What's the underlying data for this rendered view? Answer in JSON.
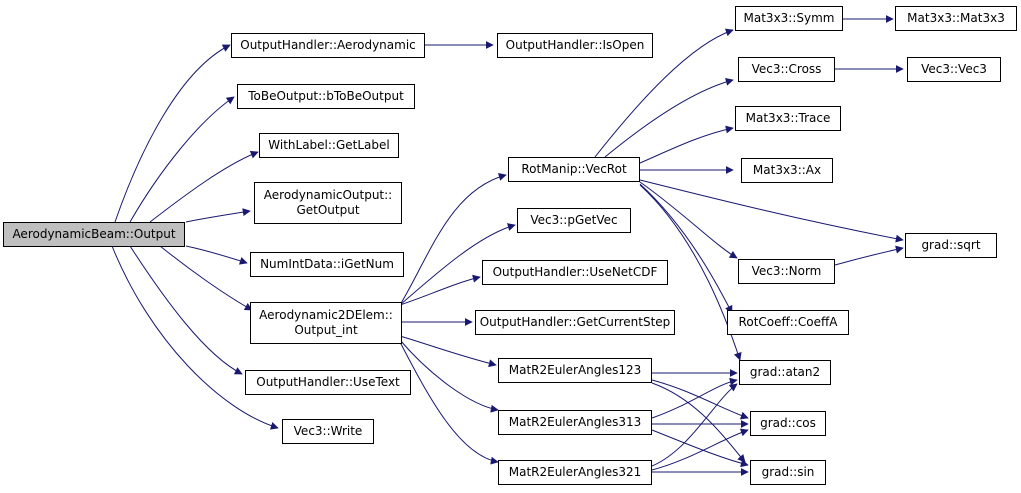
{
  "colors": {
    "edge": "#191970",
    "root_fill": "#bfbfbf",
    "node_fill": "#ffffff",
    "border": "#000000"
  },
  "nodes": {
    "root": "AerodynamicBeam::Output",
    "oh_aero": "OutputHandler::Aerodynamic",
    "oh_isopen": "OutputHandler::IsOpen",
    "tobe": "ToBeOutput::bToBeOutput",
    "withlabel": "WithLabel::GetLabel",
    "aeroout_1": "AerodynamicOutput::",
    "aeroout_2": "GetOutput",
    "numint": "NumIntData::iGetNum",
    "a2d_1": "Aerodynamic2DElem::",
    "a2d_2": "Output_int",
    "oh_usetext": "OutputHandler::UseText",
    "vec3_write": "Vec3::Write",
    "rotmanip": "RotManip::VecRot",
    "pgetvec": "Vec3::pGetVec",
    "usenetcdf": "OutputHandler::UseNetCDF",
    "getcurstep": "OutputHandler::GetCurrentStep",
    "euler123": "MatR2EulerAngles123",
    "euler313": "MatR2EulerAngles313",
    "euler321": "MatR2EulerAngles321",
    "symm": "Mat3x3::Symm",
    "mat3x3": "Mat3x3::Mat3x3",
    "cross": "Vec3::Cross",
    "vec3vec3": "Vec3::Vec3",
    "trace": "Mat3x3::Trace",
    "ax": "Mat3x3::Ax",
    "sqrt": "grad::sqrt",
    "norm": "Vec3::Norm",
    "coeffa": "RotCoeff::CoeffA",
    "atan2": "grad::atan2",
    "cos": "grad::cos",
    "sin": "grad::sin"
  }
}
